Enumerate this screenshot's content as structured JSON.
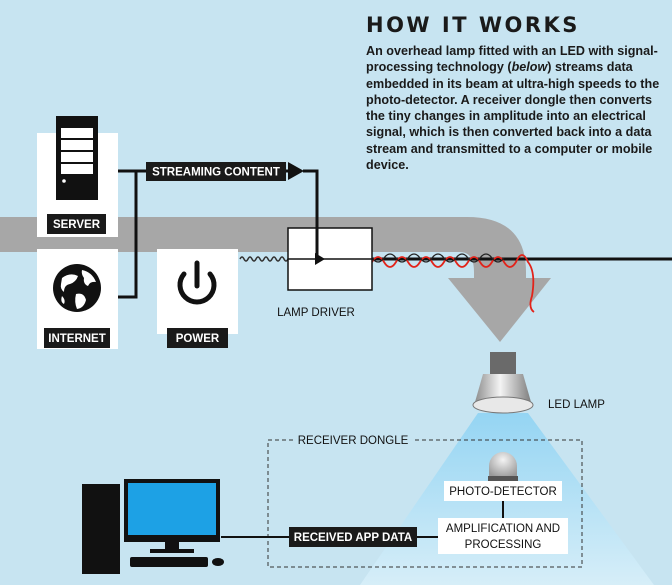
{
  "heading": "HOW IT WORKS",
  "body": {
    "part1": "An overhead lamp fitted with an LED with signal-processing technology (",
    "part_italic": "below",
    "part2": ") streams data embedded in its beam at ultra-high speeds to the photo-detector. A receiver dongle then converts the tiny changes in amplitude into an electrical signal, which is then converted back into a data stream and transmitted to a computer or mobile device."
  },
  "labels": {
    "server": "SERVER",
    "internet": "INTERNET",
    "power": "POWER",
    "streaming_content": "STREAMING CONTENT",
    "lamp_driver": "LAMP DRIVER",
    "led_lamp": "LED LAMP",
    "receiver_dongle": "RECEIVER DONGLE",
    "photo_detector": "PHOTO-DETECTOR",
    "amplification_line1": "AMPLIFICATION AND",
    "amplification_line2": "PROCESSING",
    "received_app_data": "RECEIVED APP DATA"
  },
  "colors": {
    "background": "#c7e4f1",
    "pipe": "#a7a7a7",
    "signal_wave": "#e2231a",
    "monitor_screen": "#1da1e5",
    "label_bg": "#1a1a1a"
  }
}
